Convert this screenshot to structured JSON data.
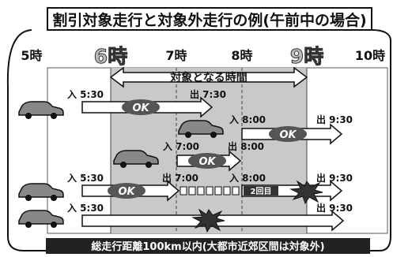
{
  "title": "割引対象走行と対象外走行の例(午前中の場合)",
  "hours": [
    {
      "label": "5時",
      "emphasis": false
    },
    {
      "label": "6時",
      "emphasis": true
    },
    {
      "label": "7時",
      "emphasis": false
    },
    {
      "label": "8時",
      "emphasis": false
    },
    {
      "label": "9時",
      "emphasis": true
    },
    {
      "label": "10時",
      "emphasis": false
    }
  ],
  "target_period_label": "対象となる時間",
  "ok_label": "OK",
  "rows": [
    {
      "entry": "入 5:30",
      "exit": "出 7:30",
      "result": "OK"
    },
    {
      "entry": "入 8:00",
      "exit": "出 9:30",
      "result": "OK"
    },
    {
      "entry": "入 7:00",
      "exit": "出 8:00",
      "result": "OK"
    },
    {
      "entry": "入 5:30",
      "mid_exit": "出 7:00",
      "mid_entry": "入 8:00",
      "exit": "出 9:30",
      "result": "OK",
      "note": "2回目",
      "second_trip": "NG"
    },
    {
      "entry": "入 5:30",
      "exit": "出 9:30",
      "result": "NG"
    }
  ],
  "footer": "総走行距離100km以内(大都市近郊区間は対象外)",
  "colors": {
    "target_band": "#c9c9c9",
    "ok_badge": "#555555",
    "ng_burst": "#333333"
  }
}
